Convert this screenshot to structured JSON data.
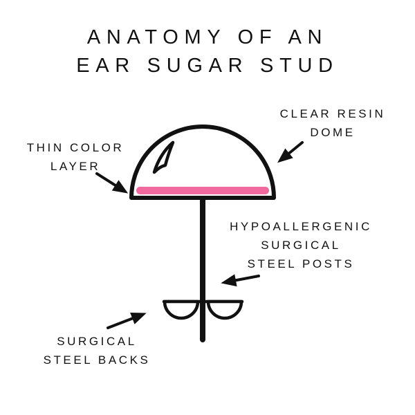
{
  "title": {
    "line1": "ANATOMY OF AN",
    "line2": "EAR SUGAR STUD"
  },
  "labels": {
    "thin_color_layer": {
      "line1": "THIN COLOR",
      "line2": "LAYER"
    },
    "clear_resin_dome": {
      "line1": "CLEAR RESIN",
      "line2": "DOME"
    },
    "surgical_steel_posts": {
      "line1": "HYPOALLERGENIC",
      "line2": "SURGICAL",
      "line3": "STEEL POSTS"
    },
    "surgical_steel_backs": {
      "line1": "SURGICAL",
      "line2": "STEEL BACKS"
    }
  },
  "colors": {
    "accent_pink": "#f2699f",
    "ink": "#111111"
  }
}
